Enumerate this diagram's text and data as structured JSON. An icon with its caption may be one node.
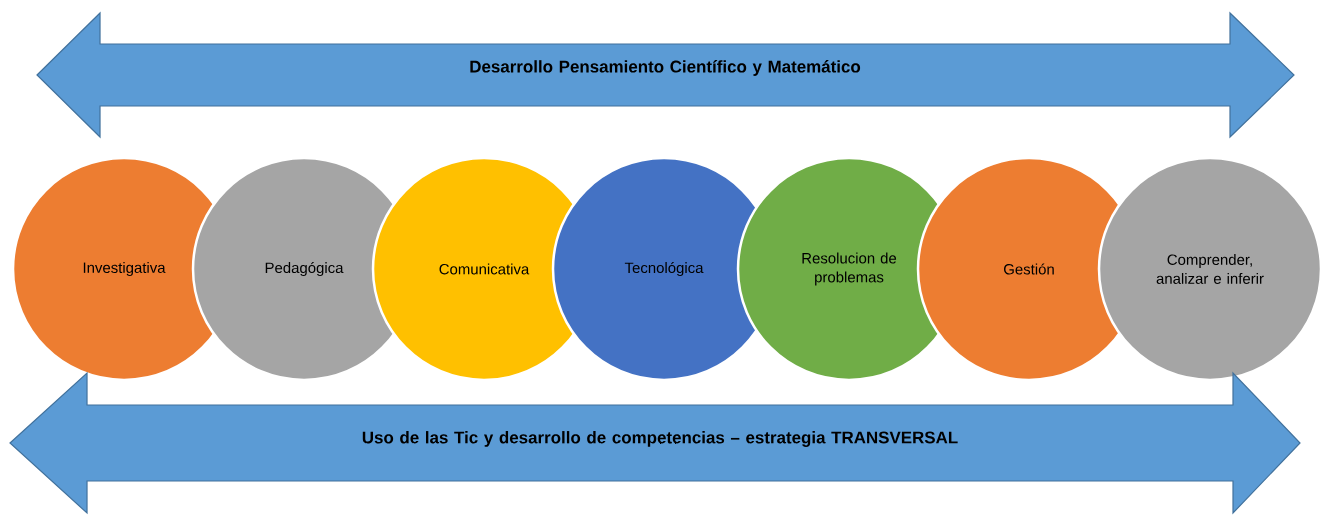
{
  "diagram": {
    "nodes": [
      {
        "text": [
          "Desarrollo Pensamiento Científico y Matemático"
        ]
      },
      {
        "text": [
          "Investigativa"
        ]
      },
      {
        "text": [
          "Pedagógica"
        ]
      },
      {
        "text": [
          "Comunicativa"
        ]
      },
      {
        "text": [
          "Tecnológica"
        ]
      },
      {
        "text": [
          "Resolucion de problemas"
        ]
      },
      {
        "text": [
          "Gestión"
        ]
      },
      {
        "text": [
          "Comprender, analizar e inferir"
        ]
      },
      {
        "text": [
          "Uso de las Tic y desarrollo de competencias – estrategia TRANSVERSAL"
        ]
      }
    ]
  }
}
